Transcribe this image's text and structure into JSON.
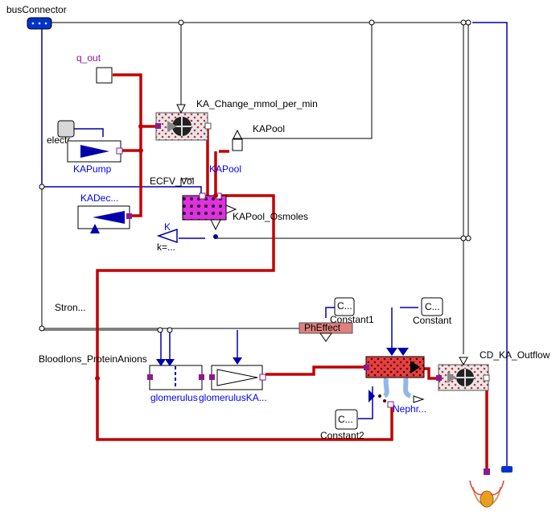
{
  "labels": {
    "bus_connector": "busConnector",
    "q_out": "q_out",
    "ka_change": "KA_Change_mmol_per_min",
    "electr": "electr...",
    "kapump": "KAPump",
    "kapool_output": "KAPool",
    "kapool": "KAPool",
    "ecfv_vol": "ECFV_Vol",
    "kadec": "KADec...",
    "kapool_osmoles": "KAPool_Osmoles",
    "k": "K",
    "k_value": "k=...",
    "stron": "Stron...",
    "constant1": "Constant1",
    "c_1": "C...",
    "ph_effect": "PhEffect",
    "c_2": "C...",
    "constant": "Constant",
    "bloodions": "BloodIons_ProteinAnions",
    "glomerulus": "glomerulus",
    "glomerulus_ka": "glomerulusKA...",
    "cd_ka_outflow": "CD_KA_Outflow",
    "c_3": "C...",
    "nephr": "Nephr...",
    "constant2": "Constant2"
  },
  "colors": {
    "flow_line": "#c00000",
    "signal_line": "#0000aa",
    "bus_line": "#000000",
    "pool_magenta": "#dd22dd",
    "nephron_red": "#e03030"
  },
  "icons": {
    "bus_connector": "bus-connector-icon",
    "kidney": "kidney-icon",
    "pump": "pump-icon",
    "osmoles_pool": "osmoles-pool-icon"
  }
}
